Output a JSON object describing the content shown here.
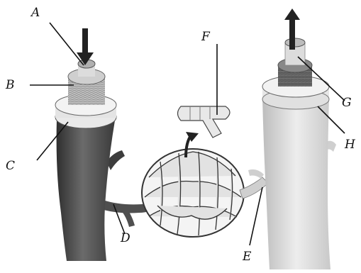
{
  "labels": {
    "a": "A",
    "b": "B",
    "c": "C",
    "d": "D",
    "e": "E",
    "f": "F",
    "g": "G",
    "h": "H"
  },
  "colors": {
    "artery_wall": "#4a4a4a",
    "vein_wall": "#d9d9d9",
    "tunic_outer": "#ececec",
    "tunic_middle": "#9a9a9a",
    "tunic_inner": "#cfcfcf",
    "capillary": "#e6e6e6",
    "line": "#111111"
  }
}
